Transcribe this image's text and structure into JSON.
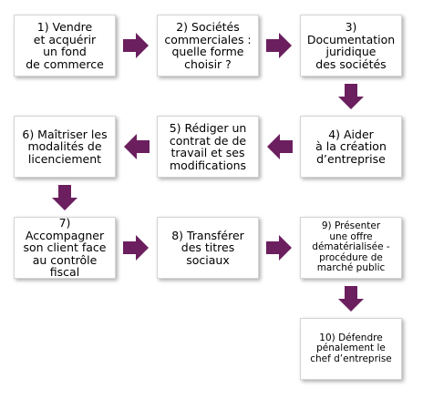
{
  "colors": {
    "arrow": "#6b1f5e",
    "box_border": "#d4d4d4"
  },
  "steps": [
    {
      "label": "1) Vendre\net acquérir\nun fond\nde commerce"
    },
    {
      "label": "2) Sociétés\ncommerciales :\nquelle forme\nchoisir ?"
    },
    {
      "label": "3)\nDocumentation\njuridique\ndes sociétés"
    },
    {
      "label": "4) Aider\nà la création\nd’entreprise"
    },
    {
      "label": "5) Rédiger un\ncontrat de de\ntravail et ses\nmodifications"
    },
    {
      "label": "6) Maîtriser les\nmodalités de\nlicenciement"
    },
    {
      "label": "7)\nAccompagner\nson client face\nau contrôle\nfiscal"
    },
    {
      "label": "8) Transférer\ndes titres\nsociaux"
    },
    {
      "label": "9) Présenter\nune offre\ndématérialisée -\nprocédure de\nmarché public"
    },
    {
      "label": "10) Défendre\npénalement le\nchef d’entreprise"
    }
  ],
  "arrows": [
    {
      "icon": "arrow-right-icon"
    },
    {
      "icon": "arrow-right-icon"
    },
    {
      "icon": "arrow-down-icon"
    },
    {
      "icon": "arrow-left-icon"
    },
    {
      "icon": "arrow-left-icon"
    },
    {
      "icon": "arrow-down-icon"
    },
    {
      "icon": "arrow-right-icon"
    },
    {
      "icon": "arrow-right-icon"
    },
    {
      "icon": "arrow-down-icon"
    }
  ]
}
